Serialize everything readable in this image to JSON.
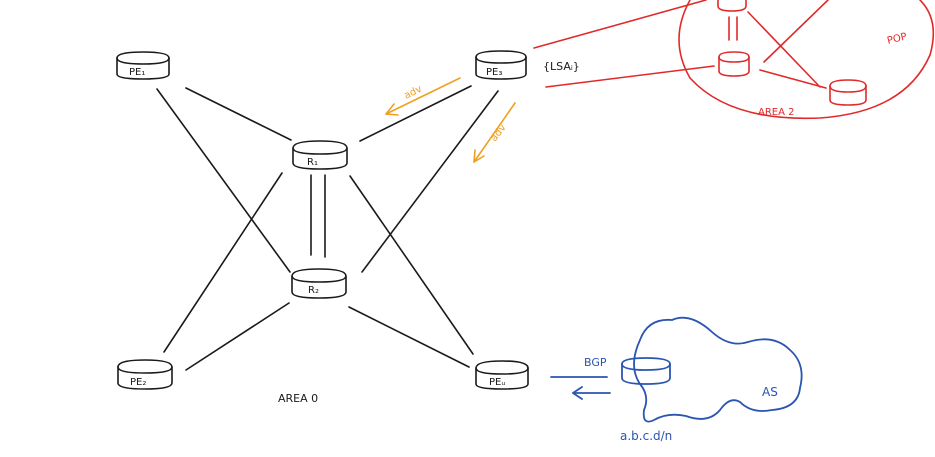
{
  "colors": {
    "ink": "#1a1a1a",
    "area2_red": "#e02a2a",
    "adv_orange": "#f0a020",
    "as_blue": "#2a55b0"
  },
  "nodes": {
    "pe1": "PE₁",
    "pe2": "PE₂",
    "pe3": "PE₃",
    "pe4": "PEᵤ",
    "r1": "R₁",
    "r2": "R₂"
  },
  "labels": {
    "lsa": "{LSAᵢ}",
    "adv1": "adv",
    "adv2": "adv",
    "area0": "AREA 0",
    "area2": "AREA 2",
    "pop": "POP",
    "bgp": "BGP",
    "as": "AS",
    "prefix": "a.b.c.d/n"
  }
}
